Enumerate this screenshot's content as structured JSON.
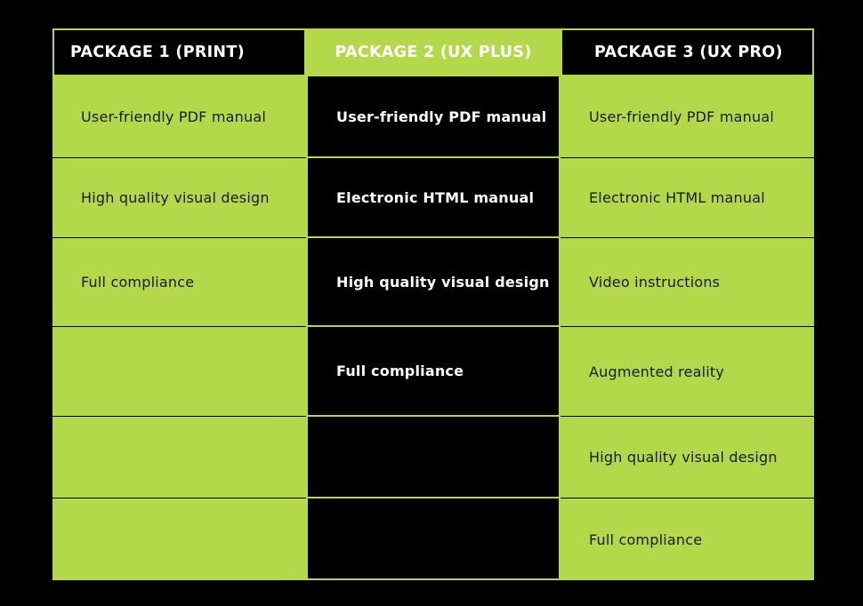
{
  "headers": [
    "PACKAGE 1 (PRINT)",
    "PACKAGE 2 (UX PLUS)",
    "PACKAGE 3 (UX PRO)"
  ],
  "columns": {
    "package1": [
      "User-friendly PDF manual",
      "High quality visual design",
      "Full compliance",
      "",
      "",
      ""
    ],
    "package2": [
      "User-friendly PDF manual",
      "Electronic HTML manual",
      "High quality visual design",
      "Full compliance",
      "",
      ""
    ],
    "package3": [
      "User-friendly PDF manual",
      "Electronic HTML manual",
      "Video instructions",
      "Augmented reality",
      "High quality visual design",
      "Full compliance"
    ]
  },
  "colors": {
    "accent": "#b3d94a",
    "background": "#000000",
    "dark_text": "#1a1a1a",
    "light_text": "#ffffff"
  }
}
